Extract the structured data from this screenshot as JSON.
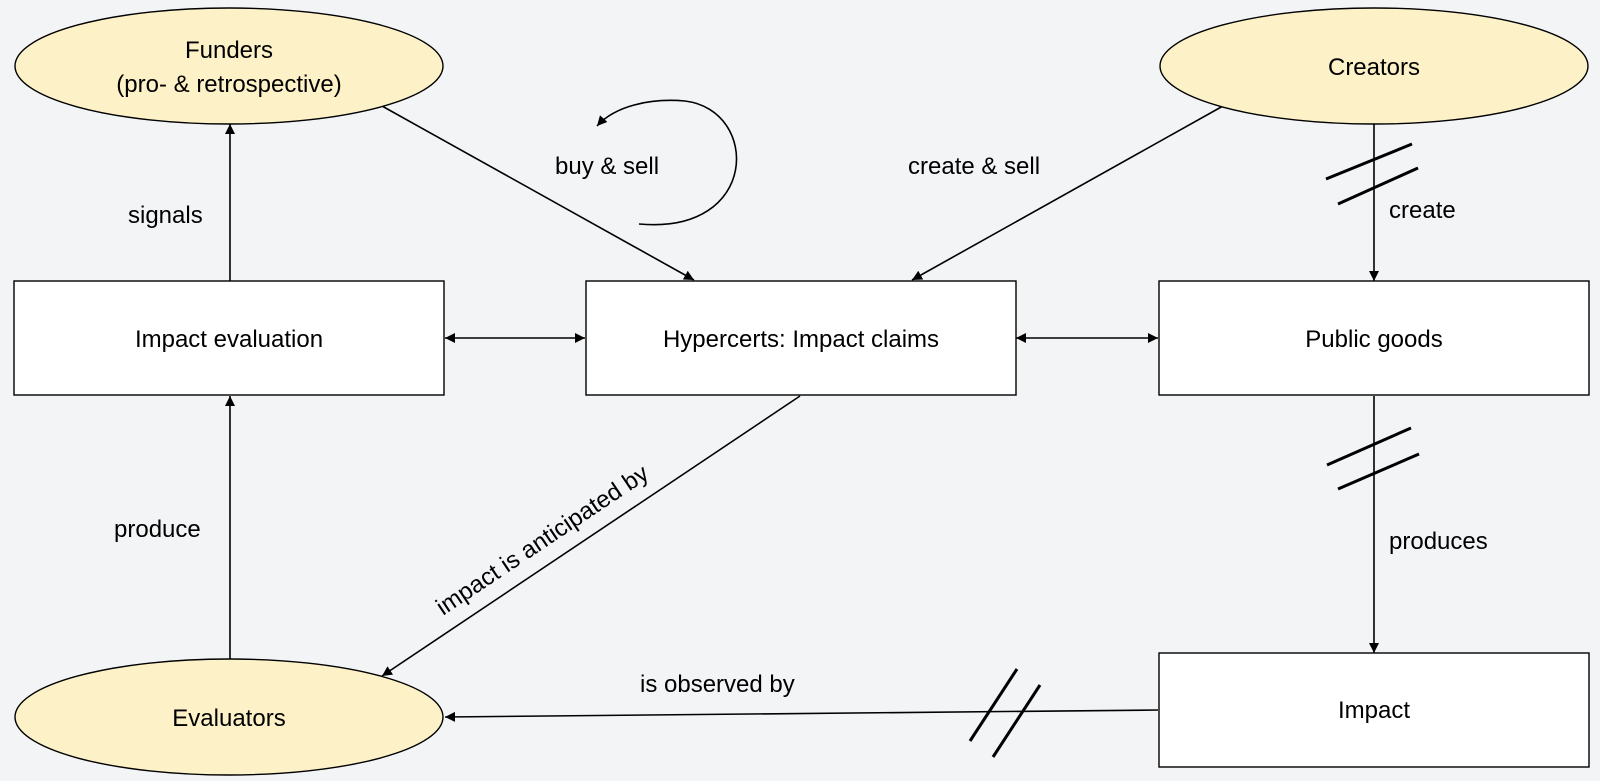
{
  "nodes": {
    "funders": {
      "line1": "Funders",
      "line2": "(pro- & retrospective)"
    },
    "creators": {
      "label": "Creators"
    },
    "evaluators": {
      "label": "Evaluators"
    },
    "impact_evaluation": {
      "label": "Impact evaluation"
    },
    "hypercerts": {
      "label": "Hypercerts: Impact claims"
    },
    "public_goods": {
      "label": "Public goods"
    },
    "impact": {
      "label": "Impact"
    }
  },
  "edges": {
    "signals": "signals",
    "produce": "produce",
    "buy_sell": "buy & sell",
    "create_sell": "create & sell",
    "create": "create",
    "produces": "produces",
    "anticipated": "impact is anticipated by",
    "observed": "is observed by"
  },
  "colors": {
    "background": "#f3f4f6",
    "ellipse_fill": "#fdf1c8",
    "box_fill": "#ffffff",
    "stroke": "#000000"
  }
}
